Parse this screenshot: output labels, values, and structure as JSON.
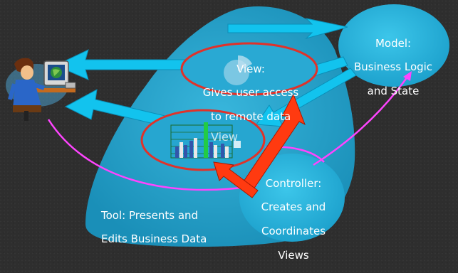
{
  "model": {
    "title": "Model:",
    "line1": "Business Logic",
    "line2": "and State"
  },
  "view_top": {
    "title": "View:",
    "line1": "Gives user access",
    "line2": "to remote data"
  },
  "view_bottom": {
    "label": "View"
  },
  "controller": {
    "title": "Controller:",
    "line1": "Creates and",
    "line2": "Coordinates",
    "line3": "Views"
  },
  "tool": {
    "line1": "Tool: Presents and",
    "line2": "Edits Business Data"
  },
  "colors": {
    "background": "#2e2e2e",
    "tool_shape": "#1c9cc4",
    "bubble": "#22b4dc",
    "blue_arrow": "#12c3ee",
    "red_arrow": "#ff3a10",
    "magenta_line": "#ff44ff",
    "ellipse_outline": "#e0322a"
  }
}
